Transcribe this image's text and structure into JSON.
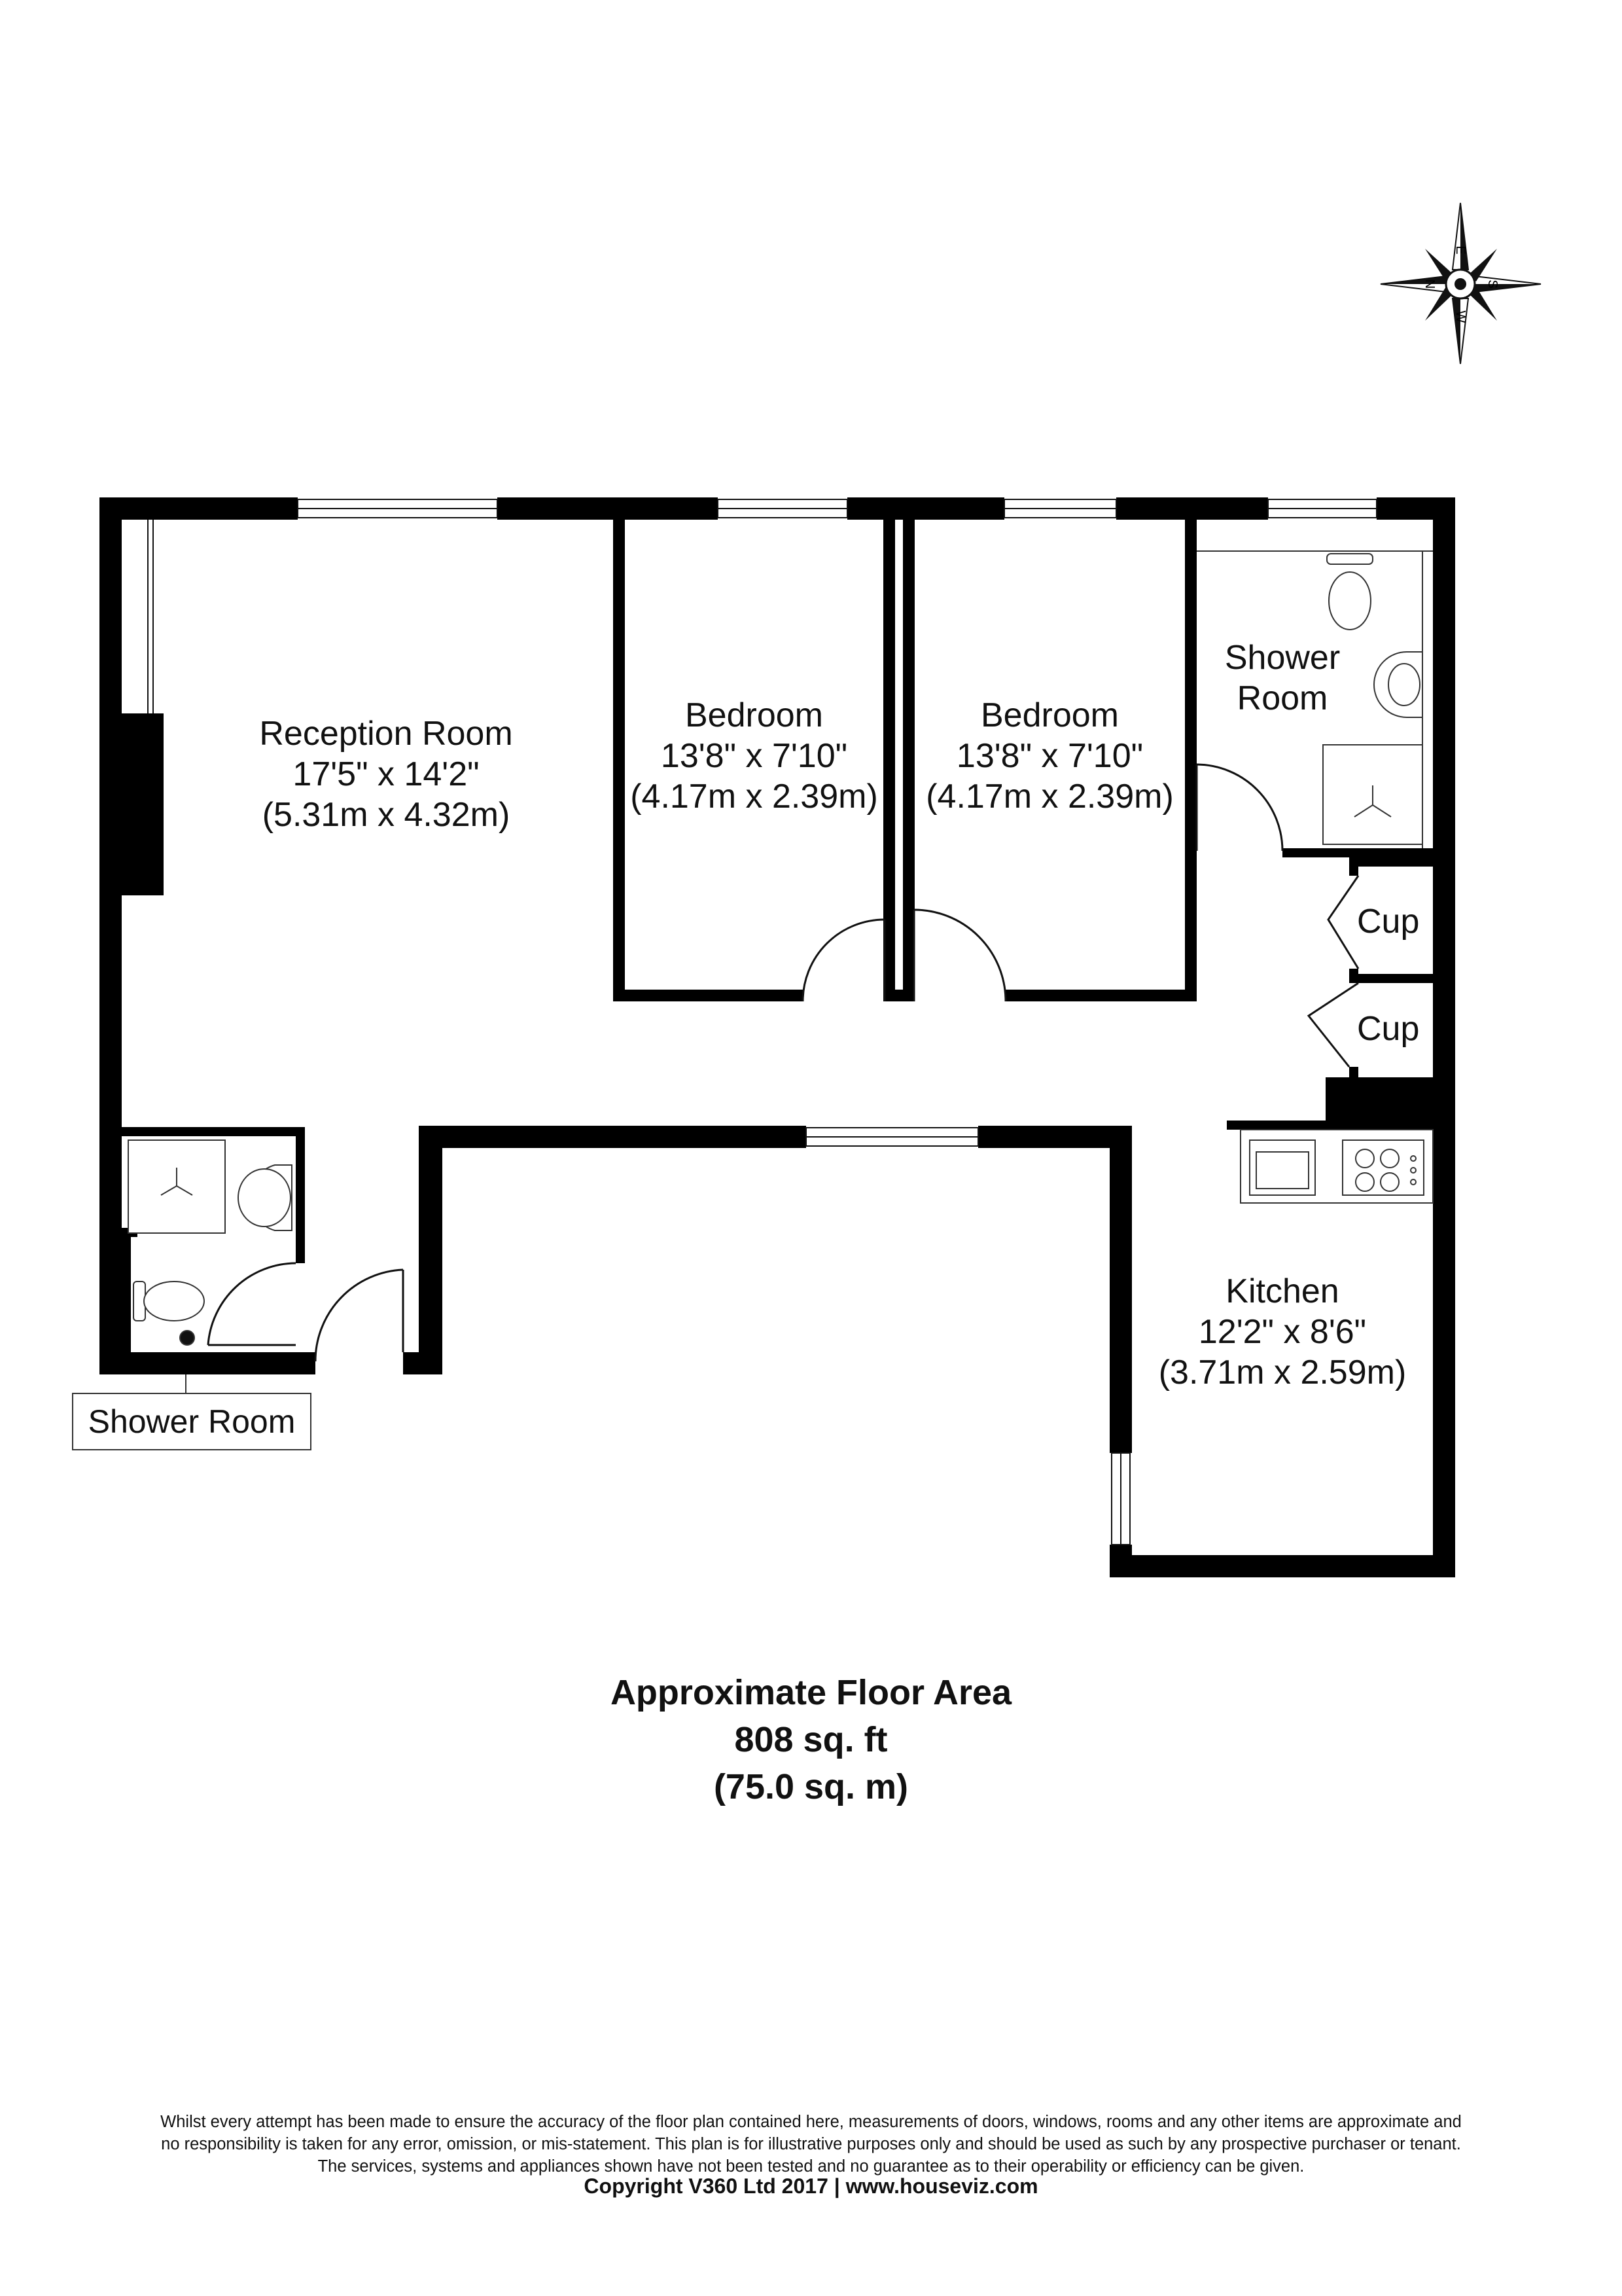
{
  "compass": {
    "n": "N",
    "e": "E",
    "s": "S",
    "w": "W"
  },
  "rooms": {
    "reception": {
      "name": "Reception Room",
      "imperial": "17'5\" x 14'2\"",
      "metric": "(5.31m x 4.32m)"
    },
    "bedroom1": {
      "name": "Bedroom",
      "imperial": "13'8\" x 7'10\"",
      "metric": "(4.17m x 2.39m)"
    },
    "bedroom2": {
      "name": "Bedroom",
      "imperial": "13'8\" x 7'10\"",
      "metric": "(4.17m x 2.39m)"
    },
    "shower_room_top": {
      "line1": "Shower",
      "line2": "Room"
    },
    "cup1": {
      "name": "Cup"
    },
    "cup2": {
      "name": "Cup"
    },
    "kitchen": {
      "name": "Kitchen",
      "imperial": "12'2\" x 8'6\"",
      "metric": "(3.71m x 2.59m)"
    },
    "shower_room_small": {
      "name": "Shower Room"
    }
  },
  "floor_area": {
    "title": "Approximate Floor Area",
    "imperial": "808 sq. ft",
    "metric": "(75.0 sq. m)"
  },
  "disclaimer": {
    "line1": "Whilst every attempt has been made to ensure the accuracy of the floor plan contained here, measurements of doors, windows, rooms and any other items are approximate and",
    "line2": "no responsibility is taken for any error, omission, or mis-statement. This plan is for illustrative purposes only and should be used as such by any prospective purchaser or tenant.",
    "line3": "The services, systems and appliances shown have not been tested and no guarantee as to their operability or efficiency can be given."
  },
  "copyright": "Copyright V360 Ltd 2017 | www.houseviz.com"
}
